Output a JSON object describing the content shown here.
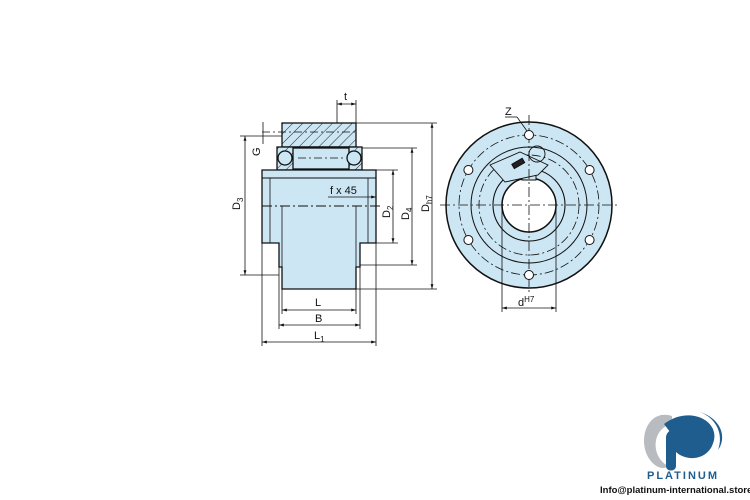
{
  "drawing": {
    "side_view_labels": {
      "t": "t",
      "G": "G",
      "D3": "D",
      "D3_sub": "3",
      "f": "f x 45",
      "D2": "D",
      "D2_sub": "2",
      "D4": "D",
      "D4_sub": "4",
      "Dh7": "D",
      "Dh7_sub": "h7",
      "L": "L",
      "B": "B",
      "L1": "L",
      "L1_sub": "1"
    },
    "front_view_labels": {
      "Z": "Z",
      "d": "d",
      "d_sup": "H7"
    },
    "colors": {
      "fill": "#cce6f4",
      "line": "#111111"
    }
  },
  "logo": {
    "name": "PLATINUM",
    "email": "Info@platinum-international.store",
    "colors": {
      "primary": "#1f5d8e",
      "secondary": "#b8bcc0"
    }
  }
}
